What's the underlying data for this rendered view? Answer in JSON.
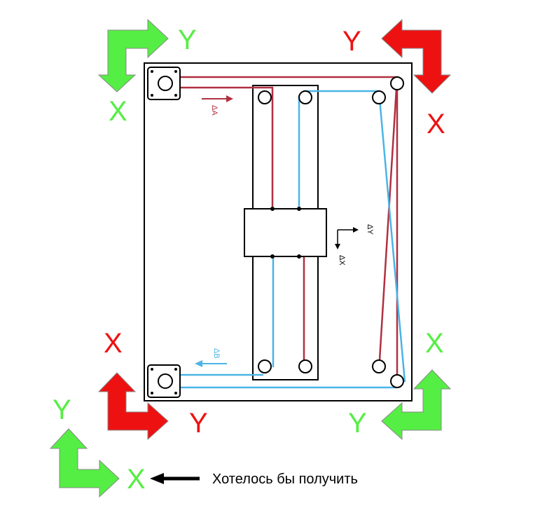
{
  "colors": {
    "green": "#55ee44",
    "red": "#ee1111",
    "belt_red": "#b03040",
    "belt_blue": "#4ab4e6",
    "frame": "#000000"
  },
  "corner_labels": {
    "top_left": {
      "x": "X",
      "y": "Y",
      "color": "green"
    },
    "top_right": {
      "x": "X",
      "y": "Y",
      "color": "red"
    },
    "bottom_left": {
      "x": "X",
      "y": "Y",
      "color": "red"
    },
    "bottom_right": {
      "x": "X",
      "y": "Y",
      "color": "green"
    },
    "desired": {
      "x": "X",
      "y": "Y",
      "color": "green"
    }
  },
  "deltas": {
    "a": "ΔA",
    "b": "ΔB",
    "x": "ΔX",
    "y": "ΔY"
  },
  "caption": "Хотелось бы получить",
  "icons": [
    "axis-arrow-icon",
    "motor-icon",
    "pulley-icon",
    "carriage-icon",
    "pointer-arrow-icon"
  ]
}
